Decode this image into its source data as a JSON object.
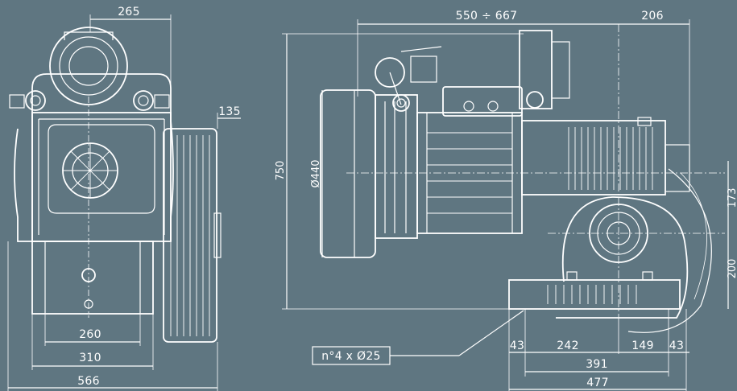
{
  "drawing": {
    "colors": {
      "background": "#5f7681",
      "line": "#ffffff"
    },
    "front_view": {
      "dims": {
        "top_width": "265",
        "pulley_width": "135",
        "base_inner": "260",
        "base_mid": "310",
        "overall": "566"
      }
    },
    "side_view": {
      "dims": {
        "length_range": "550 ÷ 667",
        "motor_end": "206",
        "height": "750",
        "diameter": "Ø440",
        "upper_height": "173",
        "lower_height": "200",
        "seg_a": "43",
        "seg_b": "242",
        "seg_c": "149",
        "seg_d": "43",
        "base_391": "391",
        "base_477": "477"
      },
      "callout": "n°4 x Ø25"
    }
  }
}
